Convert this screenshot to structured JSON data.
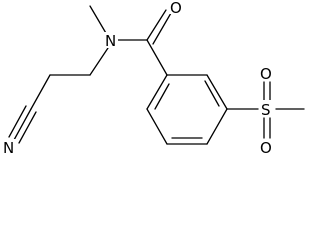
{
  "structure": {
    "atoms": {
      "carbonyl_oxygen": "O",
      "amide_nitrogen": "N",
      "nitrile_nitrogen": "N",
      "sulfur": "S",
      "sulfonyl_oxygen_top": "O",
      "sulfonyl_oxygen_bottom": "O"
    }
  }
}
